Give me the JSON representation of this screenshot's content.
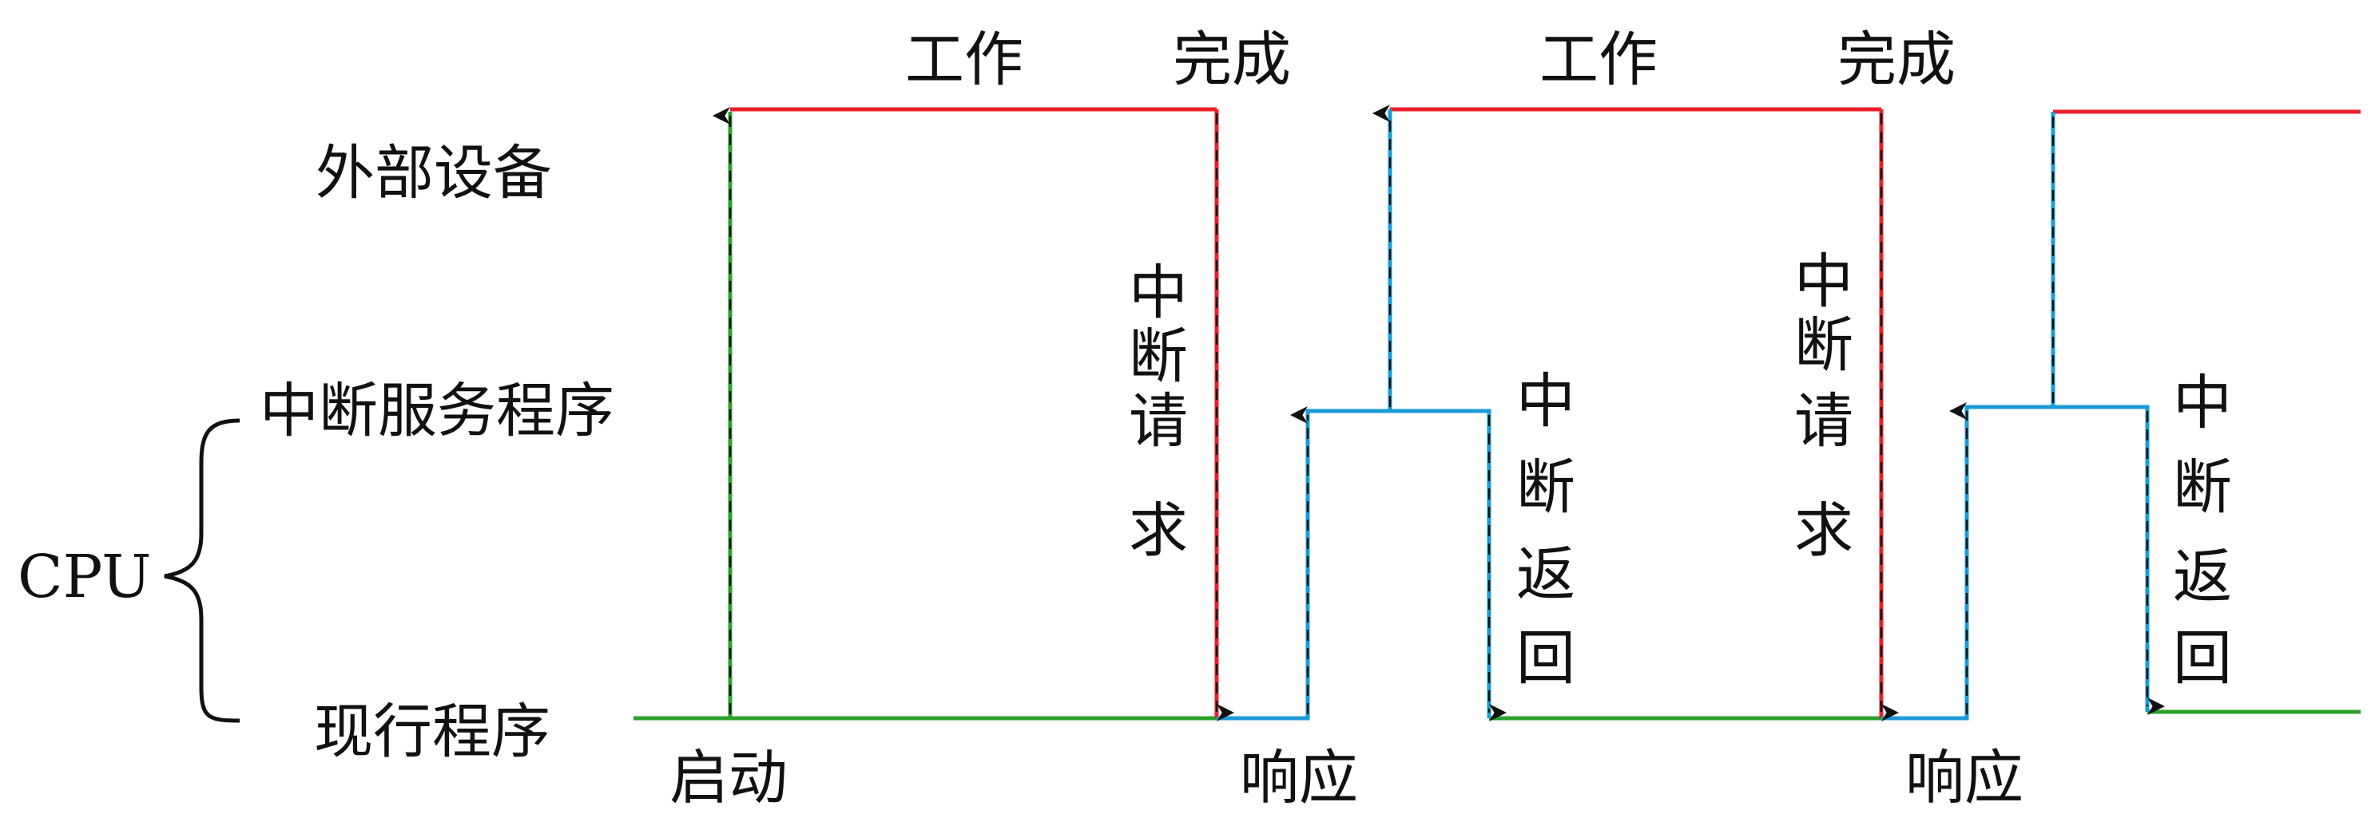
{
  "labels": {
    "cpu": "CPU",
    "external_device": "外部设备",
    "isr": "中断服务程序",
    "current_program": "现行程序"
  },
  "events": {
    "work": "工作",
    "done": "完成",
    "start": "启动",
    "respond": "响应"
  },
  "vertical_labels": {
    "interrupt_request": [
      "中",
      "断",
      "请",
      "求"
    ],
    "interrupt_return": [
      "中",
      "断",
      "返",
      "回"
    ]
  },
  "colors": {
    "device": "#e8202a",
    "cpu_program": "#2ca02c",
    "isr": "#1b9bd9",
    "arrow": "#111111",
    "text": "#111111"
  }
}
